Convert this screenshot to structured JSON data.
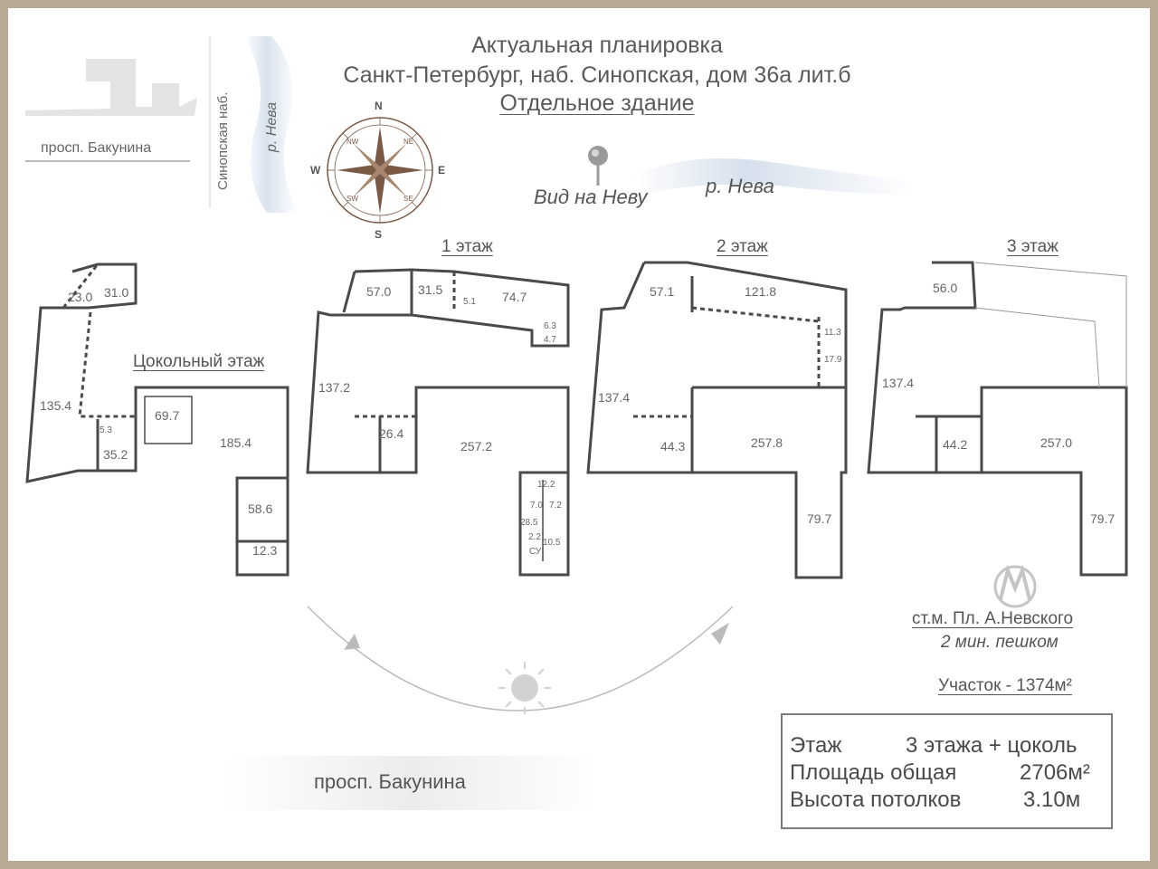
{
  "header": {
    "line1": "Актуальная планировка",
    "line2": "Санкт-Петербург, наб. Синопская, дом 36а лит.б",
    "line3": "Отдельное здание"
  },
  "site_map": {
    "street_bottom": "просп. Бакунина",
    "street_side": "Синопская наб.",
    "river_small": "р. Нева"
  },
  "compass": {
    "n": "N",
    "s": "S",
    "e": "E",
    "w": "W",
    "nw": "NW",
    "ne": "NE",
    "sw": "SW",
    "se": "SE"
  },
  "view": {
    "label": "Вид на Неву",
    "river": "р. Нева"
  },
  "floors": {
    "basement": {
      "label": "Цокольный этаж",
      "rooms": [
        "23.0",
        "31.0",
        "135.4",
        "69.7",
        "185.4",
        "5.3",
        "35.2",
        "58.6",
        "12.3"
      ]
    },
    "floor1": {
      "label": "1 этаж",
      "rooms": [
        "57.0",
        "31.5",
        "5.1",
        "74.7",
        "6.3",
        "4.7",
        "137.2",
        "26.4",
        "257.2",
        "12.2",
        "7.0",
        "7.2",
        "28.5",
        "2.2",
        "10.5",
        "СУ"
      ]
    },
    "floor2": {
      "label": "2 этаж",
      "rooms": [
        "57.1",
        "121.8",
        "11.3",
        "17.9",
        "137.4",
        "44.3",
        "257.8",
        "79.7"
      ]
    },
    "floor3": {
      "label": "3 этаж",
      "rooms": [
        "56.0",
        "137.4",
        "44.2",
        "257.0",
        "79.7"
      ]
    }
  },
  "metro": {
    "station": "ст.м. Пл. А.Невского",
    "walk": "2 мин. пешком"
  },
  "plot": {
    "label": "Участок - 1374м²"
  },
  "street_bottom": "просп. Бакунина",
  "info": {
    "floors_label": "Этаж",
    "floors_value": "3 этажа + цоколь",
    "area_label": "Площадь общая",
    "area_value": "2706м²",
    "height_label": "Высота потолков",
    "height_value": "3.10м"
  },
  "colors": {
    "frame": "#b7aa95",
    "compass": "#7a5a45",
    "walls": "#4a4a4a",
    "river": "#d8e2ee"
  }
}
